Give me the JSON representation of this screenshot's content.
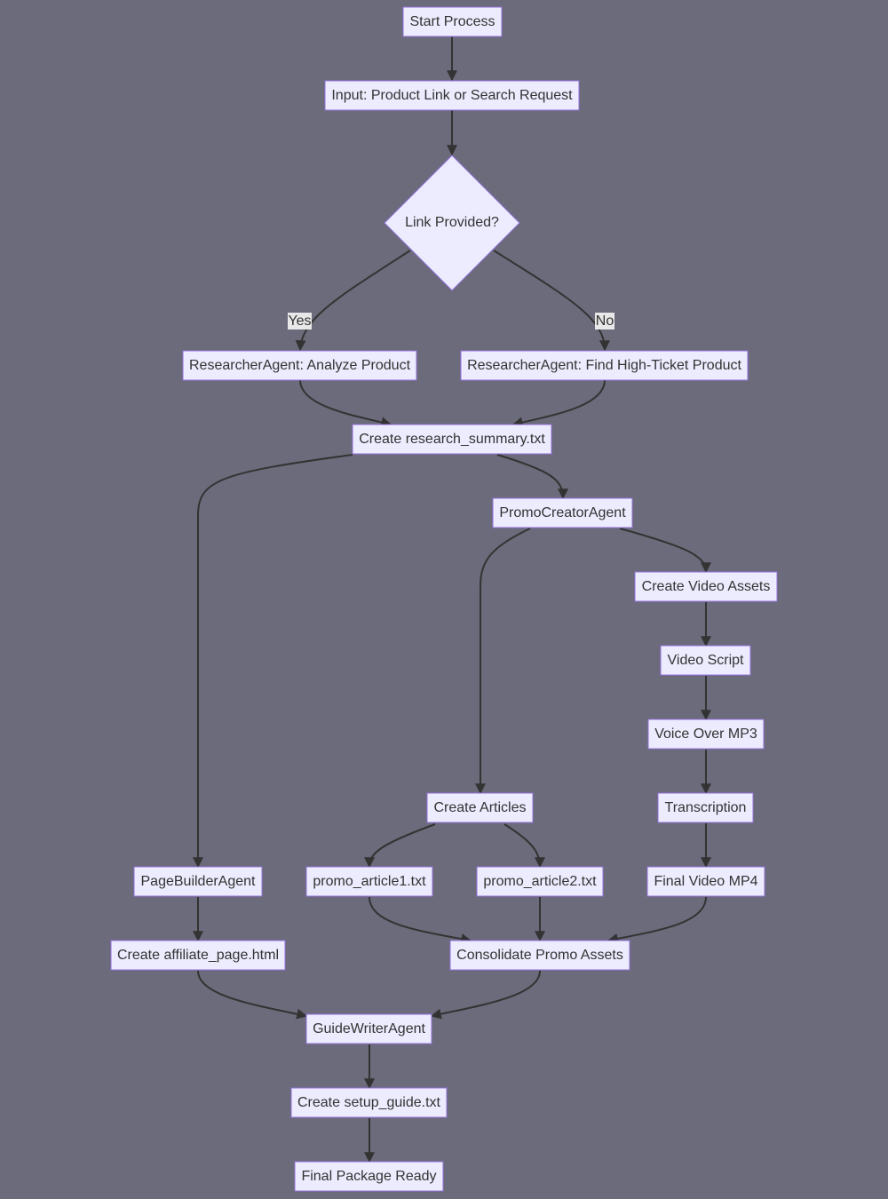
{
  "colors": {
    "background": "#6b6b7b",
    "node_fill": "#ececfe",
    "node_border": "#9370db",
    "text": "#333333",
    "edge": "#333333",
    "edge_label_bg": "#e8e8e8"
  },
  "nodes": {
    "start": "Start Process",
    "input": "Input: Product Link or Search Request",
    "decision": "Link Provided?",
    "analyze": "ResearcherAgent: Analyze Product",
    "find": "ResearcherAgent: Find High-Ticket Product",
    "summary": "Create research_summary.txt",
    "promo": "PromoCreatorAgent",
    "video_assets": "Create Video Assets",
    "video_script": "Video Script",
    "voice_over": "Voice Over MP3",
    "articles": "Create Articles",
    "transcription": "Transcription",
    "page_builder": "PageBuilderAgent",
    "article1": "promo_article1.txt",
    "article2": "promo_article2.txt",
    "final_video": "Final Video MP4",
    "affiliate_page": "Create affiliate_page.html",
    "consolidate": "Consolidate Promo Assets",
    "guide_writer": "GuideWriterAgent",
    "setup_guide": "Create setup_guide.txt",
    "final_package": "Final Package Ready"
  },
  "edge_labels": {
    "yes": "Yes",
    "no": "No"
  }
}
